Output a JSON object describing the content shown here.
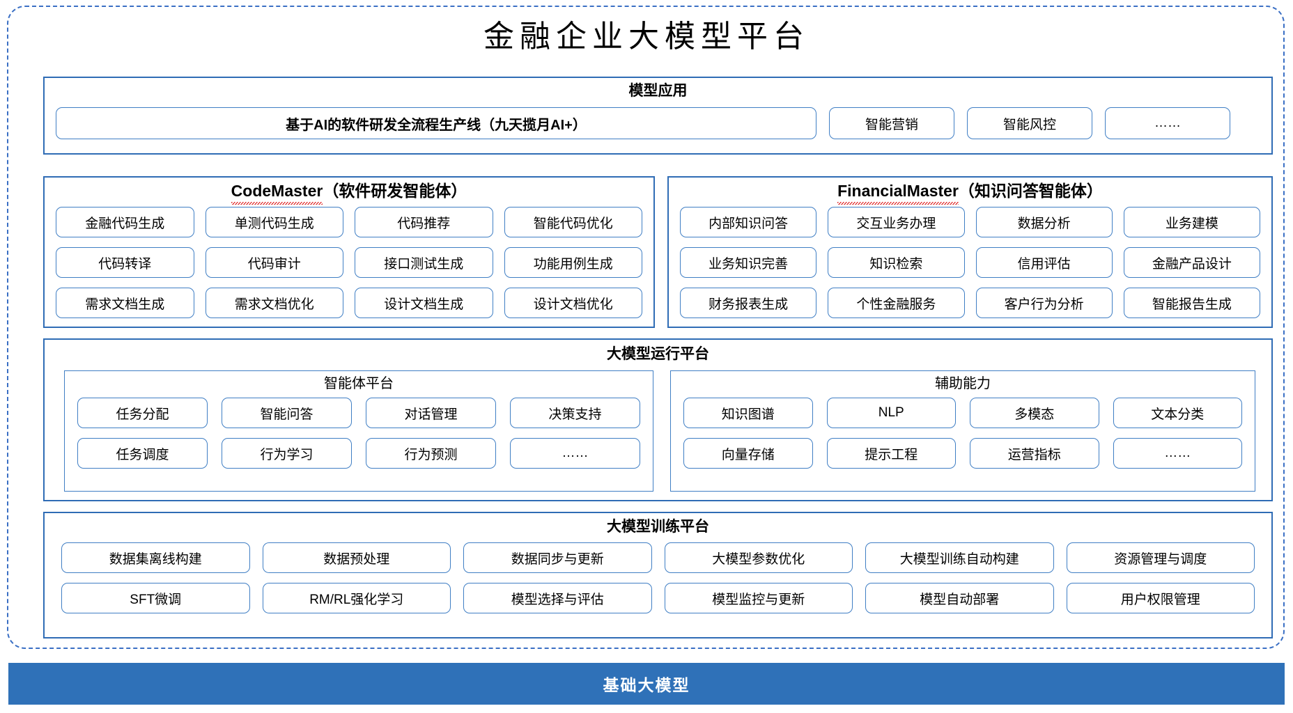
{
  "colors": {
    "frame_dashed": "#3a6fc4",
    "panel_border": "#2f6cb5",
    "pill_border": "#3f7ec4",
    "banner_bg": "#2f71b8",
    "banner_text": "#ffffff",
    "spellcheck_squiggle": "#e03030"
  },
  "title": "金融企业大模型平台",
  "layers": {
    "applications": {
      "title": "模型应用",
      "items": [
        "基于AI的软件研发全流程生产线（九天揽月AI+）",
        "智能营销",
        "智能风控",
        "……"
      ]
    },
    "agents": [
      {
        "name": "CodeMaster",
        "suffix": "（软件研发智能体）",
        "items": [
          "金融代码生成",
          "单测代码生成",
          "代码推荐",
          "智能代码优化",
          "代码转译",
          "代码审计",
          "接口测试生成",
          "功能用例生成",
          "需求文档生成",
          "需求文档优化",
          "设计文档生成",
          "设计文档优化"
        ]
      },
      {
        "name": "FinancialMaster",
        "suffix": "（知识问答智能体）",
        "items": [
          "内部知识问答",
          "交互业务办理",
          "数据分析",
          "业务建模",
          "业务知识完善",
          "知识检索",
          "信用评估",
          "金融产品设计",
          "财务报表生成",
          "个性金融服务",
          "客户行为分析",
          "智能报告生成"
        ]
      }
    ],
    "runtime": {
      "title": "大模型运行平台",
      "sub_panels": [
        {
          "title": "智能体平台",
          "items": [
            "任务分配",
            "智能问答",
            "对话管理",
            "决策支持",
            "任务调度",
            "行为学习",
            "行为预测",
            "……"
          ]
        },
        {
          "title": "辅助能力",
          "items": [
            "知识图谱",
            "NLP",
            "多模态",
            "文本分类",
            "向量存储",
            "提示工程",
            "运营指标",
            "……"
          ]
        }
      ]
    },
    "training": {
      "title": "大模型训练平台",
      "items": [
        "数据集离线构建",
        "数据预处理",
        "数据同步与更新",
        "大模型参数优化",
        "大模型训练自动构建",
        "资源管理与调度",
        "SFT微调",
        "RM/RL强化学习",
        "模型选择与评估",
        "模型监控与更新",
        "模型自动部署",
        "用户权限管理"
      ]
    },
    "foundation": {
      "title": "基础大模型"
    }
  }
}
